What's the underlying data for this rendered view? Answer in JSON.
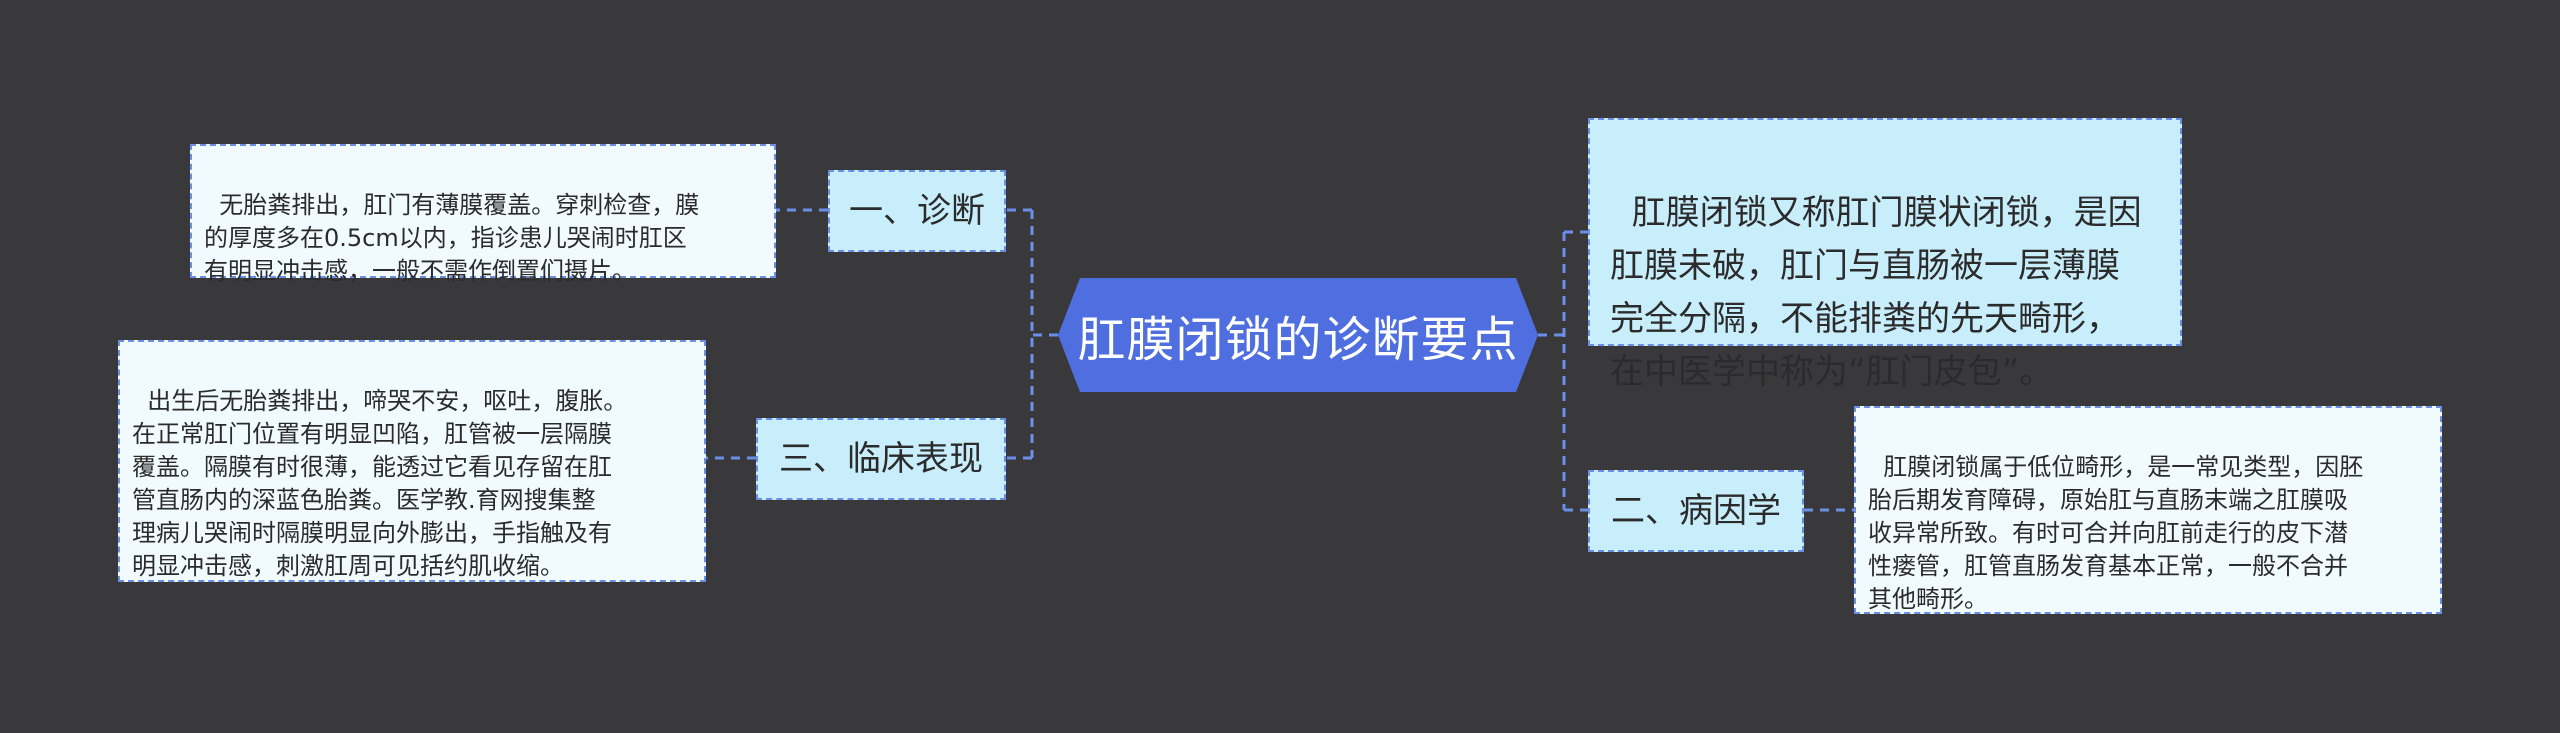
{
  "central": {
    "title": "肛膜闭锁的诊断要点"
  },
  "branches": {
    "diagnosis": {
      "label": "一、诊断",
      "text": "无胎粪排出，肛门有薄膜覆盖。穿刺检查，膜\n的厚度多在0.5cm以内，指诊患儿哭闹时肛区\n有明显冲击感，一般不需作倒置们摄片。"
    },
    "clinical": {
      "label": "三、临床表现",
      "text": "出生后无胎粪排出，啼哭不安，呕吐，腹胀。\n在正常肛门位置有明显凹陷，肛管被一层隔膜\n覆盖。隔膜有时很薄，能透过它看见存留在肛\n管直肠内的深蓝色胎粪。医学教.育网搜集整\n理病儿哭闹时隔膜明显向外膨出，手指触及有\n明显冲击感，刺激肛周可见括约肌收缩。"
    },
    "definition": {
      "text": "肛膜闭锁又称肛门膜状闭锁，是因\n肛膜未破，肛门与直肠被一层薄膜\n完全分隔，不能排粪的先天畸形，\n在中医学中称为“肛门皮包”。"
    },
    "etiology": {
      "label": "二、病因学",
      "text": "肛膜闭锁属于低位畸形，是一常见类型，因胚\n胎后期发育障碍，原始肛与直肠末端之肛膜吸\n收异常所致。有时可合并向肛前走行的皮下潜\n性瘘管，肛管直肠发育基本正常，一般不合并\n其他畸形。"
    }
  },
  "colors": {
    "background": "#39393c",
    "central_fill": "#4f6fe0",
    "branch_fill": "#c9eefb",
    "leaf_fill": "#f1fbff",
    "connector": "#6b8ee6"
  }
}
